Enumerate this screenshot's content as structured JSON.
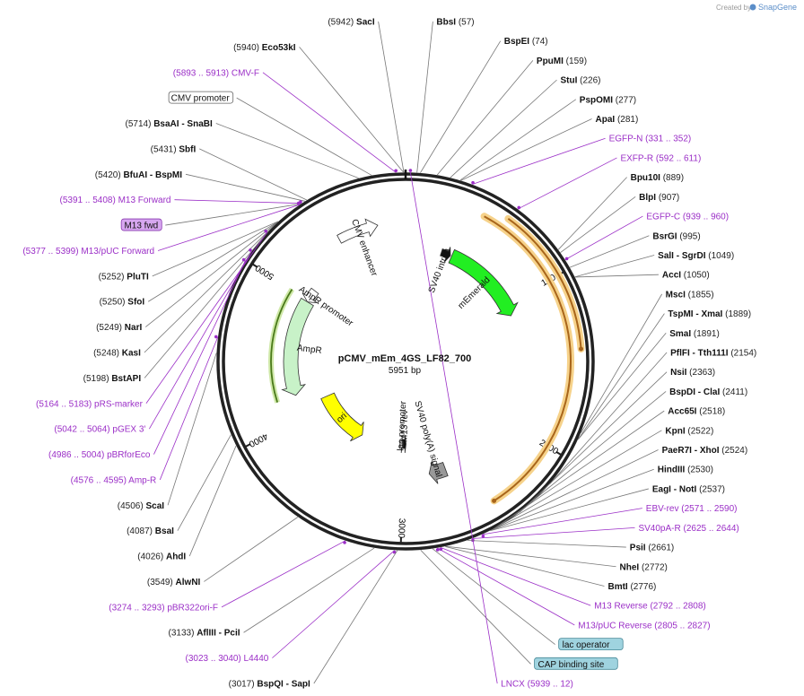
{
  "brand": {
    "prefix": "Created by",
    "name": "SnapGene"
  },
  "plasmid": {
    "name": "pCMV_mEm_4GS_LF82_700",
    "size_label": "5951 bp",
    "length": 5951
  },
  "ticks": [
    "1000",
    "2000",
    "3000",
    "4000",
    "5000"
  ],
  "features": [
    {
      "name": "CMV enhancer",
      "start": 5480,
      "end": 5760,
      "color": "#ffffff",
      "r": 155,
      "w": 10
    },
    {
      "name": "SV40 intron",
      "start": 300,
      "end": 380,
      "color": "#111111",
      "r": 128,
      "w": 8
    },
    {
      "name": "mEmerald",
      "start": 390,
      "end": 1100,
      "color": "#22ee22",
      "r": 128,
      "w": 16
    },
    {
      "name": "SV40 poly(A) signal",
      "start": 2640,
      "end": 2780,
      "color": "#999999",
      "r": 128,
      "w": 16
    },
    {
      "name": "AmpR promoter",
      "start": 4980,
      "end": 5090,
      "color": "#ffffff",
      "r": 128,
      "w": 10
    },
    {
      "name": "AmpR",
      "start": 4180,
      "end": 4980,
      "color": "#c8f2c8",
      "r": 128,
      "w": 16
    },
    {
      "name": "ori",
      "start": 3480,
      "end": 4070,
      "color": "#ffff00",
      "r": 95,
      "w": 16
    },
    {
      "name": "lac promoter",
      "start": 3010,
      "end": 3040,
      "color": "#ffffff",
      "r": 92,
      "w": 10
    },
    {
      "name": "M13 rev",
      "start": 2970,
      "end": 3005,
      "color": "#111111",
      "r": 92,
      "w": 10
    }
  ],
  "enzymes": [
    {
      "name": "SacI",
      "pos": "(5942)",
      "site": 5942
    },
    {
      "name": "Eco53kI",
      "pos": "(5940)",
      "site": 5940
    },
    {
      "name": "BbsI",
      "pos": "(57)",
      "site": 57
    },
    {
      "name": "BspEI",
      "pos": "(74)",
      "site": 74
    },
    {
      "name": "PpuMI",
      "pos": "(159)",
      "site": 159
    },
    {
      "name": "StuI",
      "pos": "(226)",
      "site": 226
    },
    {
      "name": "PspOMI",
      "pos": "(277)",
      "site": 277
    },
    {
      "name": "ApaI",
      "pos": "(281)",
      "site": 281
    },
    {
      "name": "BsaAI - SnaBI",
      "pos": "(5714)",
      "site": 5714
    },
    {
      "name": "SbfI",
      "pos": "(5431)",
      "site": 5431
    },
    {
      "name": "BfuAI - BspMI",
      "pos": "(5420)",
      "site": 5420
    },
    {
      "name": "PluTI",
      "pos": "(5252)",
      "site": 5252
    },
    {
      "name": "SfoI",
      "pos": "(5250)",
      "site": 5250
    },
    {
      "name": "NarI",
      "pos": "(5249)",
      "site": 5249
    },
    {
      "name": "KasI",
      "pos": "(5248)",
      "site": 5248
    },
    {
      "name": "BstAPI",
      "pos": "(5198)",
      "site": 5198
    },
    {
      "name": "ScaI",
      "pos": "(4506)",
      "site": 4506
    },
    {
      "name": "BsaI",
      "pos": "(4087)",
      "site": 4087
    },
    {
      "name": "AhdI",
      "pos": "(4026)",
      "site": 4026
    },
    {
      "name": "AlwNI",
      "pos": "(3549)",
      "site": 3549
    },
    {
      "name": "AflIII - PciI",
      "pos": "(3133)",
      "site": 3133
    },
    {
      "name": "BspQI - SapI",
      "pos": "(3017)",
      "site": 3017
    },
    {
      "name": "Bpu10I",
      "pos": "(889)",
      "site": 889
    },
    {
      "name": "BlpI",
      "pos": "(907)",
      "site": 907
    },
    {
      "name": "BsrGI",
      "pos": "(995)",
      "site": 995
    },
    {
      "name": "SalI - SgrDI",
      "pos": "(1049)",
      "site": 1049
    },
    {
      "name": "AccI",
      "pos": "(1050)",
      "site": 1050
    },
    {
      "name": "MscI",
      "pos": "(1855)",
      "site": 1855
    },
    {
      "name": "TspMI - XmaI",
      "pos": "(1889)",
      "site": 1889
    },
    {
      "name": "SmaI",
      "pos": "(1891)",
      "site": 1891
    },
    {
      "name": "PflFI - Tth111I",
      "pos": "(2154)",
      "site": 2154
    },
    {
      "name": "NsiI",
      "pos": "(2363)",
      "site": 2363
    },
    {
      "name": "BspDI - ClaI",
      "pos": "(2411)",
      "site": 2411
    },
    {
      "name": "Acc65I",
      "pos": "(2518)",
      "site": 2518
    },
    {
      "name": "KpnI",
      "pos": "(2522)",
      "site": 2522
    },
    {
      "name": "PaeR7I - XhoI",
      "pos": "(2524)",
      "site": 2524
    },
    {
      "name": "HindIII",
      "pos": "(2530)",
      "site": 2530
    },
    {
      "name": "EagI - NotI",
      "pos": "(2537)",
      "site": 2537
    },
    {
      "name": "PsiI",
      "pos": "(2661)",
      "site": 2661
    },
    {
      "name": "NheI",
      "pos": "(2772)",
      "site": 2772
    },
    {
      "name": "BmtI",
      "pos": "(2776)",
      "site": 2776
    }
  ],
  "primers": [
    {
      "name": "LNCX",
      "pos": "(5939 .. 12)",
      "site": 5975
    },
    {
      "name": "CMV-F",
      "pos": "(5893 .. 5913)",
      "site": 5903
    },
    {
      "name": "EGFP-N",
      "pos": "(331 .. 352)",
      "site": 341
    },
    {
      "name": "EXFP-R",
      "pos": "(592 .. 611)",
      "site": 601
    },
    {
      "name": "M13 Forward",
      "pos": "(5391 .. 5408)",
      "site": 5400
    },
    {
      "name": "M13/pUC Forward",
      "pos": "(5377 .. 5399)",
      "site": 5388
    },
    {
      "name": "pRS-marker",
      "pos": "(5164 .. 5183)",
      "site": 5174
    },
    {
      "name": "pGEX 3'",
      "pos": "(5042 .. 5064)",
      "site": 5053
    },
    {
      "name": "pBRforEco",
      "pos": "(4986 .. 5004)",
      "site": 4995
    },
    {
      "name": "Amp-R",
      "pos": "(4576 .. 4595)",
      "site": 4586
    },
    {
      "name": "EGFP-C",
      "pos": "(939 .. 960)",
      "site": 950
    },
    {
      "name": "EBV-rev",
      "pos": "(2571 .. 2590)",
      "site": 2580
    },
    {
      "name": "SV40pA-R",
      "pos": "(2625 .. 2644)",
      "site": 2635
    },
    {
      "name": "M13 Reverse",
      "pos": "(2792 .. 2808)",
      "site": 2800
    },
    {
      "name": "M13/pUC Reverse",
      "pos": "(2805 .. 2827)",
      "site": 2816
    },
    {
      "name": "L4440",
      "pos": "(3023 .. 3040)",
      "site": 3031
    },
    {
      "name": "pBR322ori-F",
      "pos": "(3274 .. 3293)",
      "site": 3283
    }
  ],
  "boxed_features": [
    {
      "name": "CMV promoter",
      "site": 5780,
      "fill": "#ffffff",
      "stroke": "#666666"
    },
    {
      "name": "M13 fwd",
      "site": 5395,
      "fill": "#d7a7f0",
      "stroke": "#8a3ab0"
    },
    {
      "name": "lac operator",
      "site": 2840,
      "fill": "#9fd3df",
      "stroke": "#4a8a99"
    },
    {
      "name": "CAP binding site",
      "site": 2900,
      "fill": "#9fd3df",
      "stroke": "#4a8a99"
    }
  ]
}
